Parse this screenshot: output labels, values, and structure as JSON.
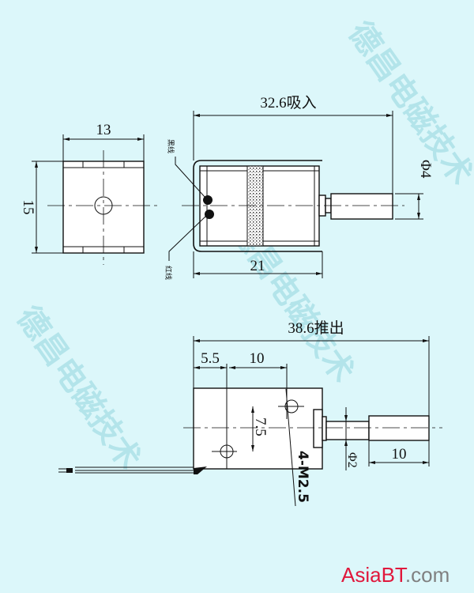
{
  "watermark": "德昌电磁技术",
  "logo": {
    "brand": "AsiaBT",
    "suffix": ".com",
    "brand_color": "#e0183c",
    "suffix_color": "#808080"
  },
  "front_view": {
    "width_dim": "13",
    "height_dim": "15"
  },
  "top_view": {
    "overall_dim": "32.6吸入",
    "body_dim": "21",
    "rod_dia": "Φ4",
    "wire_black": "黑线",
    "wire_red": "红线"
  },
  "side_view": {
    "overall_dim": "38.6推出",
    "offset_dim": "5.5",
    "hole_spacing_dim": "10",
    "vertical_dim": "7.5",
    "thread_note": "4-M2.5",
    "shaft_dia": "Φ2",
    "sleeve_dim": "10"
  }
}
